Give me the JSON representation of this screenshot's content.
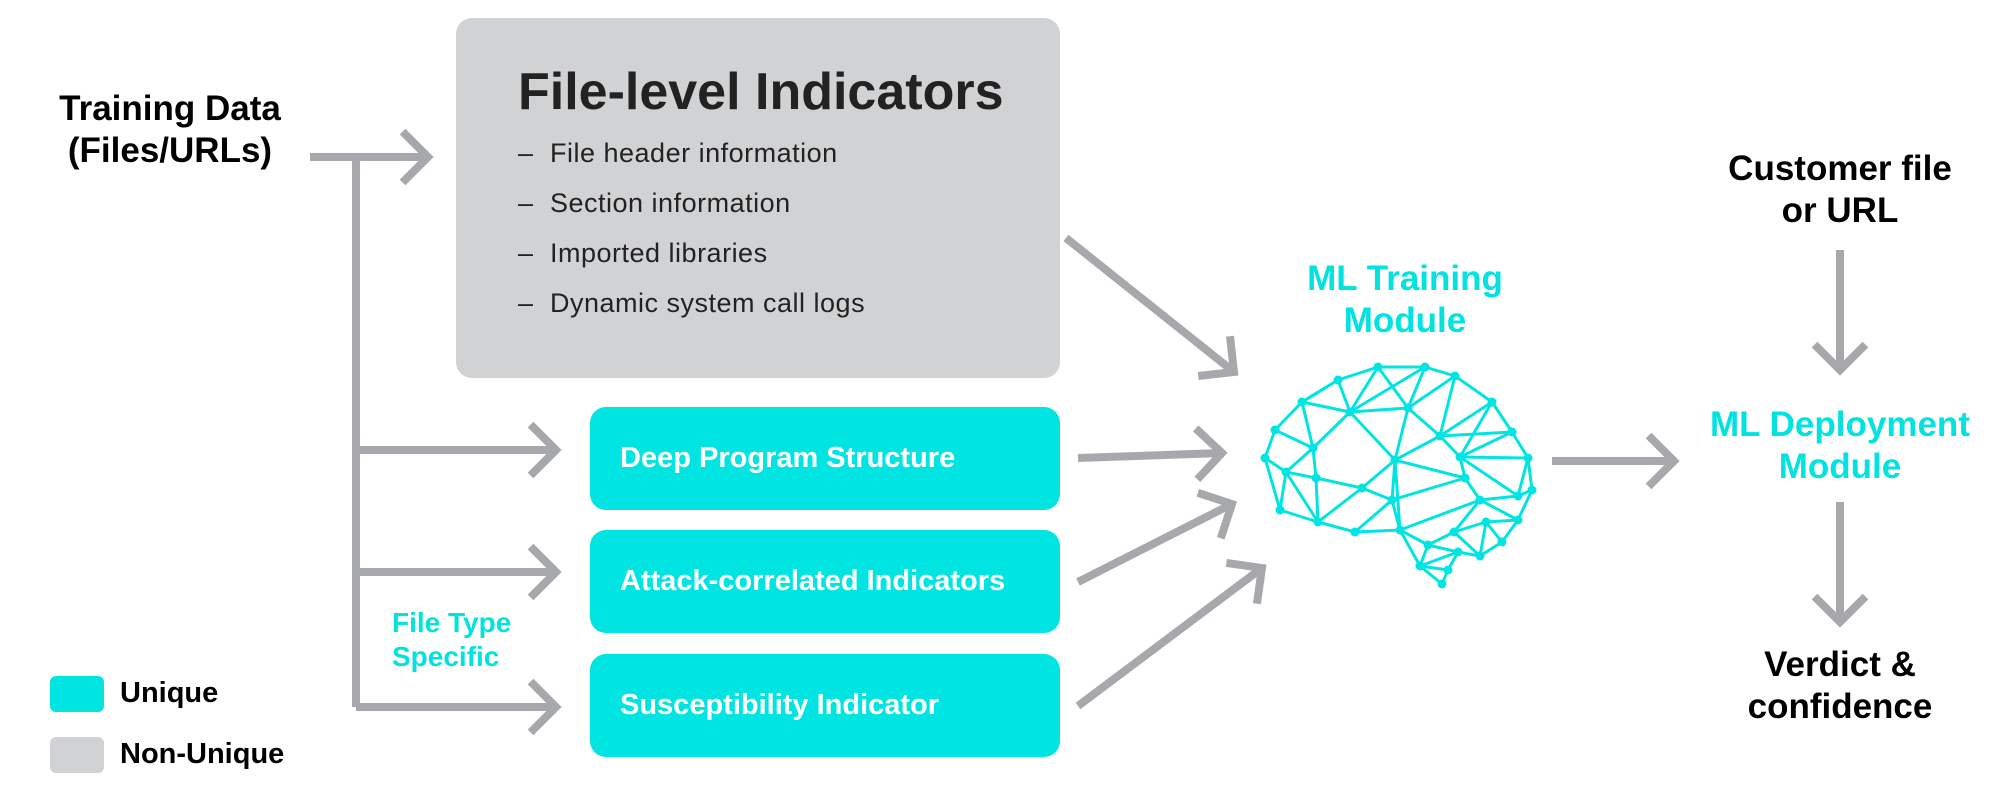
{
  "colors": {
    "unique": "#00e5e1",
    "non_unique": "#d1d2d4",
    "arrow": "#a7a8ab",
    "accent_text": "#00e3e0"
  },
  "training_data": {
    "line1": "Training Data",
    "line2": "(Files/URLs)"
  },
  "file_level": {
    "title": "File-level Indicators",
    "dash": "–",
    "items": [
      "File header information",
      "Section information",
      "Imported libraries",
      "Dynamic system call logs"
    ]
  },
  "unique_boxes": [
    "Deep Program Structure",
    "Attack-correlated Indicators",
    "Susceptibility Indicator"
  ],
  "file_type_specific": {
    "line1": "File Type",
    "line2": "Specific"
  },
  "ml_training": {
    "line1": "ML Training",
    "line2": "Module",
    "icon": "brain-network-icon"
  },
  "customer_input": {
    "line1": "Customer file",
    "line2": "or URL"
  },
  "ml_deployment": {
    "line1": "ML Deployment",
    "line2": "Module"
  },
  "verdict": {
    "line1": "Verdict &",
    "line2": "confidence"
  },
  "legend": {
    "unique": "Unique",
    "non_unique": "Non-Unique"
  }
}
